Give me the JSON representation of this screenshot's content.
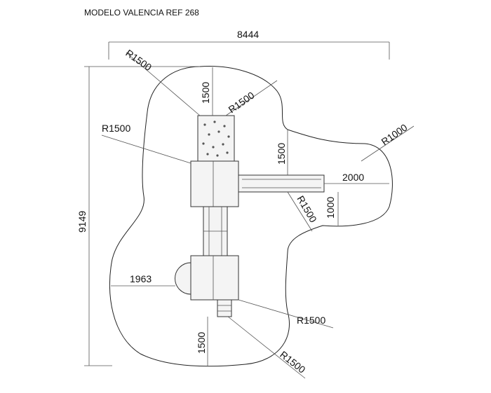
{
  "title": "MODELO VALENCIA REF 268",
  "dimensions": {
    "overall_width": "8444",
    "overall_height": "9149",
    "radius_top_left": "R1500",
    "offset_top": "1500",
    "radius_top_center": "R1500",
    "radius_left_mid": "R1500",
    "offset_right_upper": "1500",
    "radius_right": "R1000",
    "offset_right": "2000",
    "radius_right_mid": "R1500",
    "offset_right_lower": "1000",
    "offset_left": "1963",
    "radius_bottom_right": "R1500",
    "offset_bottom": "1500",
    "radius_bottom": "R1500"
  },
  "colors": {
    "line": "#222222",
    "fill": "#f4f4f4"
  }
}
